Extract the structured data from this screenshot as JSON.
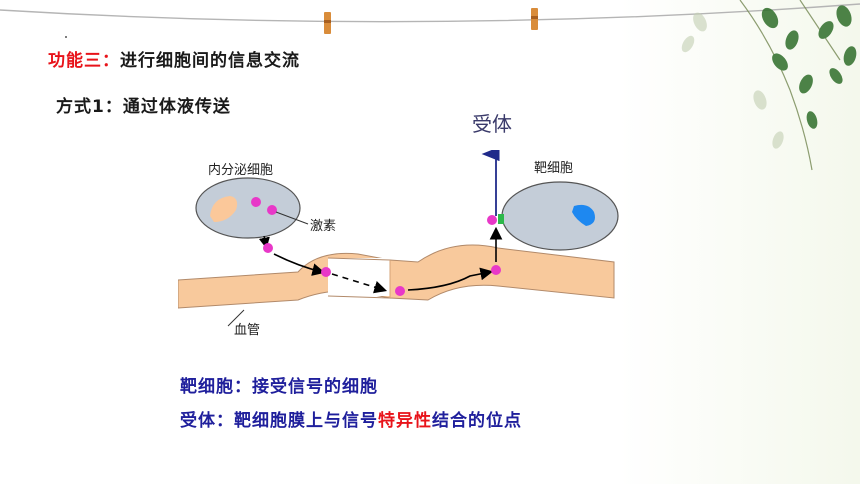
{
  "slide": {
    "title_prefix": "功能三：",
    "title_rest": "进行细胞间的信息交流",
    "method": "方式1：通过体液传送",
    "receptor_callout": "受体"
  },
  "diagram": {
    "endocrine_cell_label": "内分泌细胞",
    "hormone_label": "激素",
    "target_cell_label": "靶细胞",
    "vessel_label": "血管"
  },
  "definitions": {
    "target_cell": "靶细胞：接受信号的细胞",
    "receptor_prefix": "受体：靶细胞膜上与信号",
    "receptor_highlight": "特异性",
    "receptor_suffix": "结合的位点"
  },
  "colors": {
    "title_red": "#e8131a",
    "definition_blue": "#1f1f9c",
    "vessel_fill": "#f8c99c",
    "cell_fill": "#c4cdd8",
    "hormone_dot": "#e838c8",
    "nucleus_endocrine": "#fbc89a",
    "nucleus_target": "#1e88f0"
  }
}
